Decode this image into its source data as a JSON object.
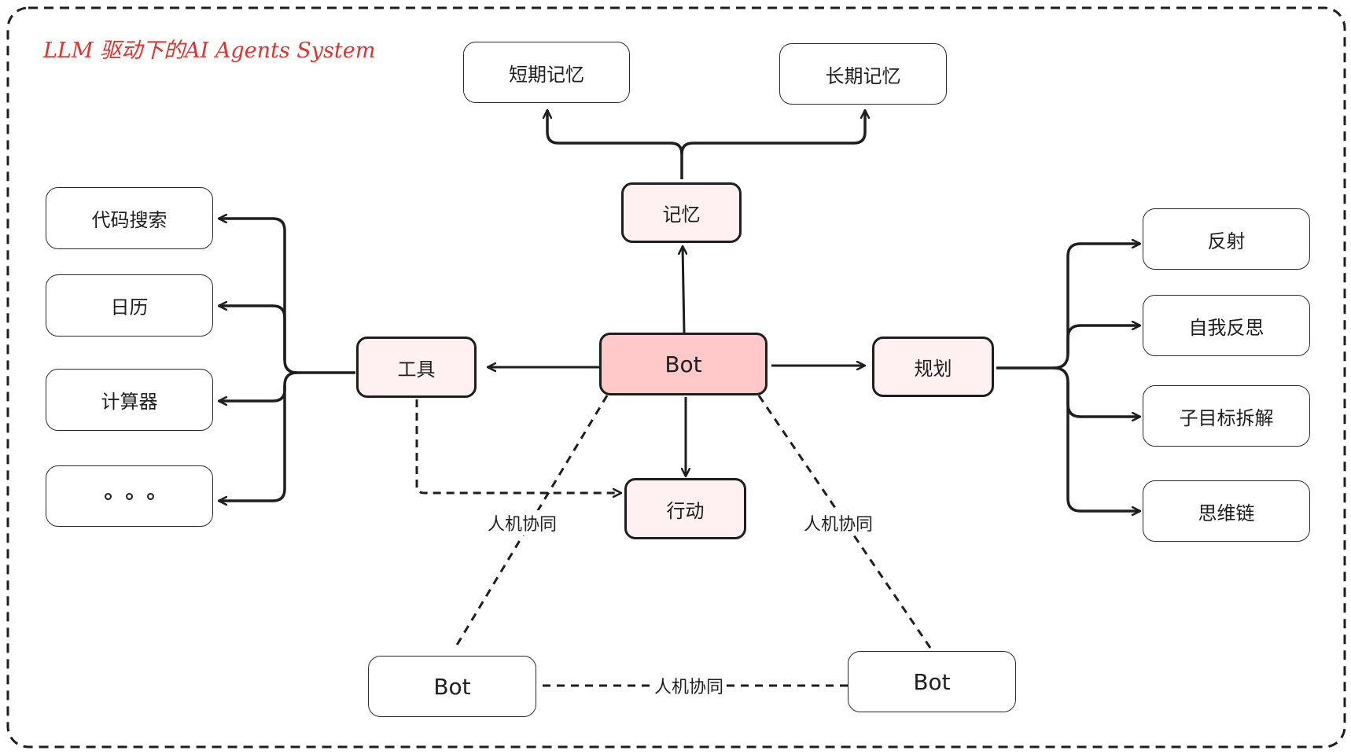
{
  "title": "LLM 驱动下的AI Agents System",
  "colors": {
    "accent": "#e03131",
    "core_fill": "#ffc9c9",
    "mid_fill": "#fff1f1",
    "stroke": "#1e1e1e"
  },
  "nodes": {
    "bot": "Bot",
    "memory": "记忆",
    "short_term_memory": "短期记忆",
    "long_term_memory": "长期记忆",
    "tools": "工具",
    "code_search": "代码搜索",
    "calendar": "日历",
    "calculator": "计算器",
    "more": "。。。",
    "planning": "规划",
    "reflection": "反射",
    "self_reflection": "自我反思",
    "subgoal_decomposition": "子目标拆解",
    "chain_of_thought": "思维链",
    "action": "行动",
    "bot_left": "Bot",
    "bot_right": "Bot"
  },
  "edge_labels": {
    "left": "人机协同",
    "right": "人机协同",
    "bottom": "人机协同"
  }
}
